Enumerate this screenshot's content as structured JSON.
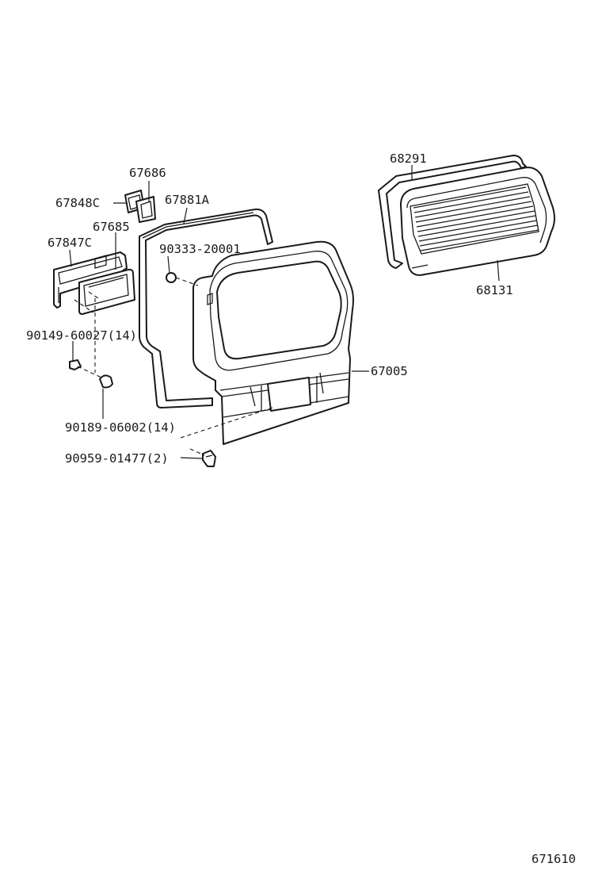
{
  "diagram": {
    "figure_code": "671610",
    "parts": {
      "p67686": "67686",
      "p67848C": "67848C",
      "p67881A": "67881A",
      "p67685": "67685",
      "p67847C": "67847C",
      "p90333": "90333-20001",
      "p90149": "90149-60027(14)",
      "p67005": "67005",
      "p90189": "90189-06002(14)",
      "p90959": "90959-01477(2)",
      "p68291": "68291",
      "p68131": "68131"
    }
  }
}
